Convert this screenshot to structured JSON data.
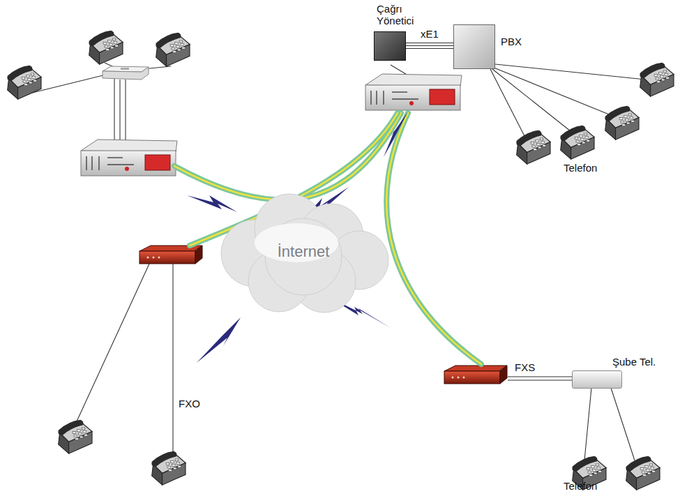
{
  "diagram": {
    "nodes": [
      {
        "text": [
          "Çağrı Yönetici"
        ]
      },
      {
        "text": [
          "PBX"
        ]
      },
      {
        "text": [
          "İnternet"
        ]
      },
      {
        "text": [
          "Şube Tel."
        ]
      }
    ],
    "edges": [
      {
        "from": 0,
        "to": 1,
        "arrow": "none",
        "label": "xE1"
      }
    ],
    "labels": [
      "Telefon",
      "FXS",
      "FXO",
      "Telefon"
    ]
  }
}
